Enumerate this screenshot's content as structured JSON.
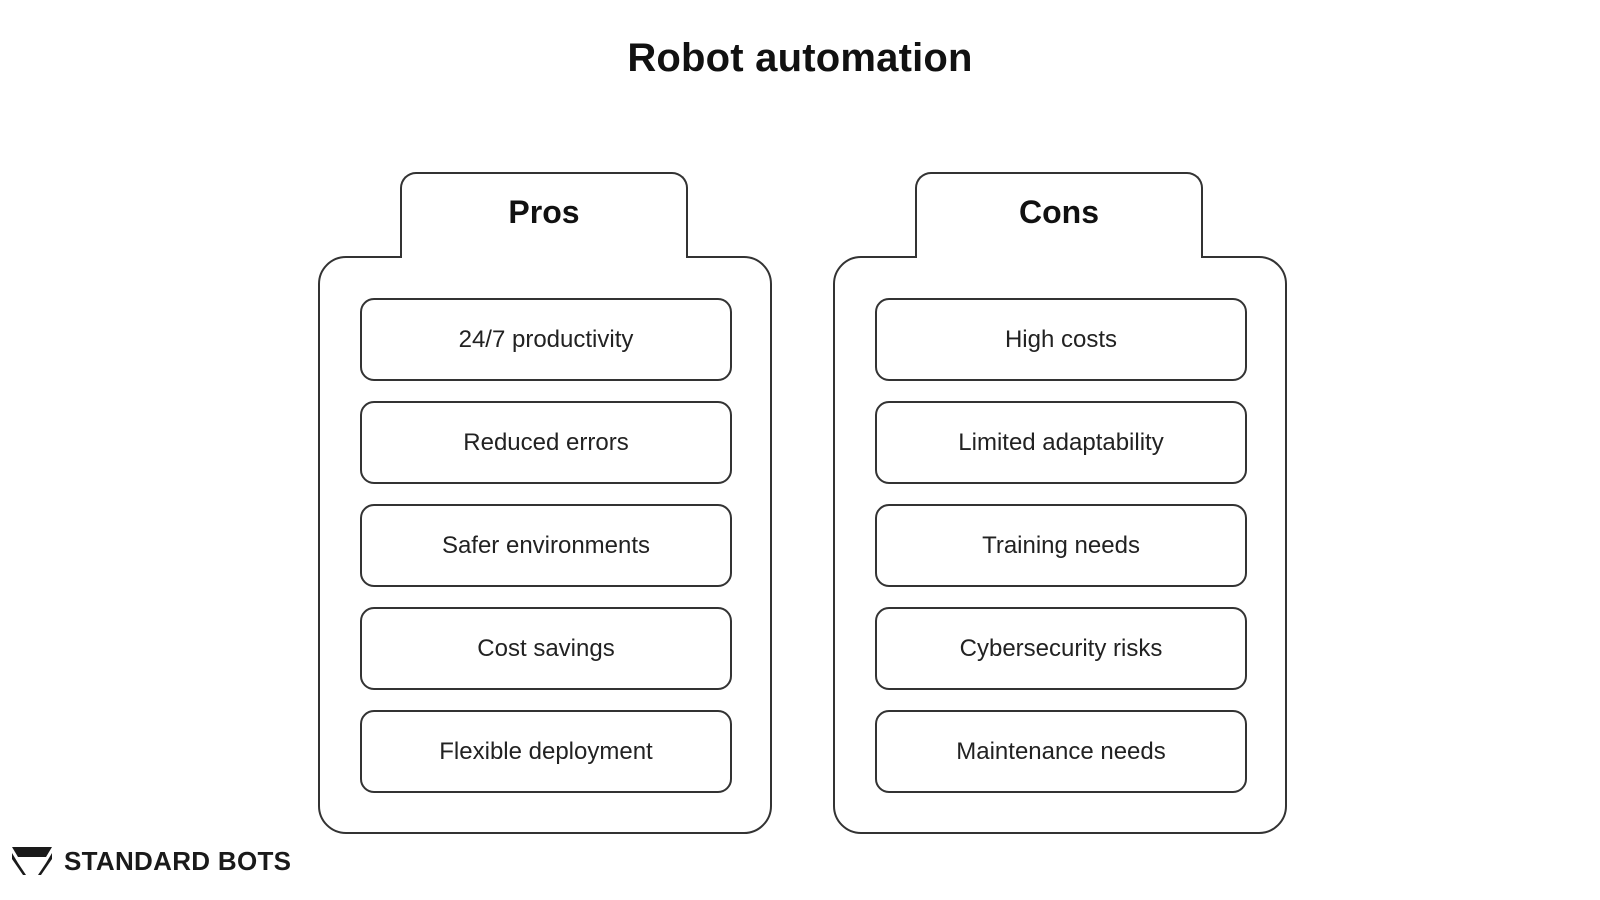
{
  "title": "Robot automation",
  "pros": {
    "label": "Pros",
    "items": [
      "24/7 productivity",
      "Reduced errors",
      "Safer environments",
      "Cost savings",
      "Flexible deployment"
    ]
  },
  "cons": {
    "label": "Cons",
    "items": [
      "High costs",
      "Limited adaptability",
      "Training needs",
      "Cybersecurity risks",
      "Maintenance needs"
    ]
  },
  "branding": {
    "logo_text": "STANDARD BOTS",
    "logo_icon": "standard-bots-logo-icon"
  },
  "colors": {
    "border": "#333333",
    "text": "#111111",
    "background": "#ffffff"
  }
}
